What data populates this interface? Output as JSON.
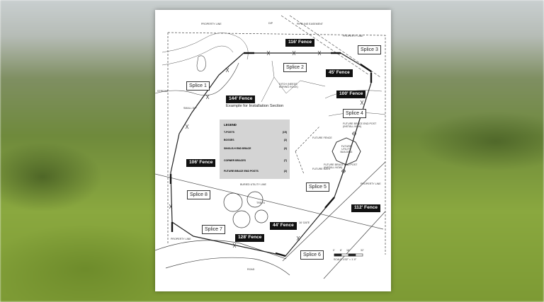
{
  "map": {
    "boundary_labels": {
      "property_line_top": "PROPERTY LINE",
      "property_line_right": "PROPERTY LINE",
      "property_line_east": "PROPERTY LINE",
      "property_line_bottom": "PROPERTY LINE"
    },
    "feature_labels": {
      "pipeline": "PIPELINE EASEMENT",
      "dip": "DIP",
      "stream": "STREAM",
      "small_dip": "SMALL DIP",
      "ditch": "DITCH (Needs Boring rock)",
      "buried_utility": "BURIED UTILITY LINE",
      "trees": "TREES",
      "road": "ROAD",
      "future_fence": "FUTURE FENCE",
      "future_gate": "FUTURE GATE",
      "gate": "16' GATE",
      "future_post_top": "FUTURE BRACE END POST (Install now)",
      "future_post_bottom": "FUTURE BRACE END POST (Install now)",
      "building": "FUTURE UTILITY BUILDING"
    },
    "splices": [
      "Splice 1",
      "Splice 2",
      "Splice 3",
      "Splice 4",
      "Splice 5",
      "Splice 6",
      "Splice 7",
      "Splice 8"
    ],
    "fences": [
      "116' Fence",
      "45' Fence",
      "144' Fence",
      "100' Fence",
      "106' Fence",
      "112' Fence",
      "44' Fence",
      "128' Fence"
    ],
    "example_note": "Example for Installation Section",
    "scale": {
      "text": "SCALE 1/32\" = 1'-0\"",
      "tick0": "0'",
      "tick1": "8'",
      "tick2": "16'",
      "tick3": "32'"
    }
  },
  "legend": {
    "title": "LEGEND",
    "items": [
      {
        "name": "T-POSTS",
        "count": "(15)"
      },
      {
        "name": "BOSSES",
        "count": "(2)"
      },
      {
        "name": "SINGLE-H END BRACE",
        "count": "(2)"
      },
      {
        "name": "CORNER BRACES",
        "count": "(7)"
      },
      {
        "name": "FUTURE BRACE END POSTS",
        "count": "(2)"
      }
    ]
  }
}
